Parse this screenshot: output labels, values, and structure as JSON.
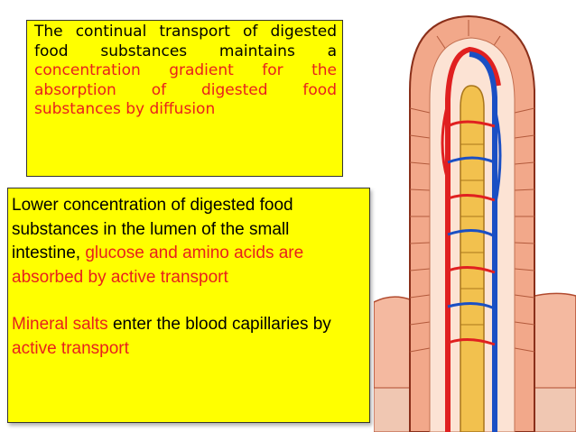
{
  "box1": {
    "part1": "The continual transport of digested food substances maintains a",
    "part2_red": "concentration gradient for the absorption of digested food substances by diffusion"
  },
  "box2": {
    "p1_black": "Lower concentration of digested food substances in the lumen of the small intestine,",
    "p1_red": "glucose and amino acids are absorbed by active transport",
    "p2_red": "Mineral salts",
    "p2_black": "enter the blood capillaries by",
    "p2_red2": "active transport"
  },
  "colors": {
    "box_background": "#ffff00",
    "highlight_text": "#e8211c",
    "artery": "#e02020",
    "vein": "#1a4fc4",
    "lacteal": "#f2c14e",
    "villus_wall": "#f1a98c"
  },
  "illustration": "villus-cross-section"
}
